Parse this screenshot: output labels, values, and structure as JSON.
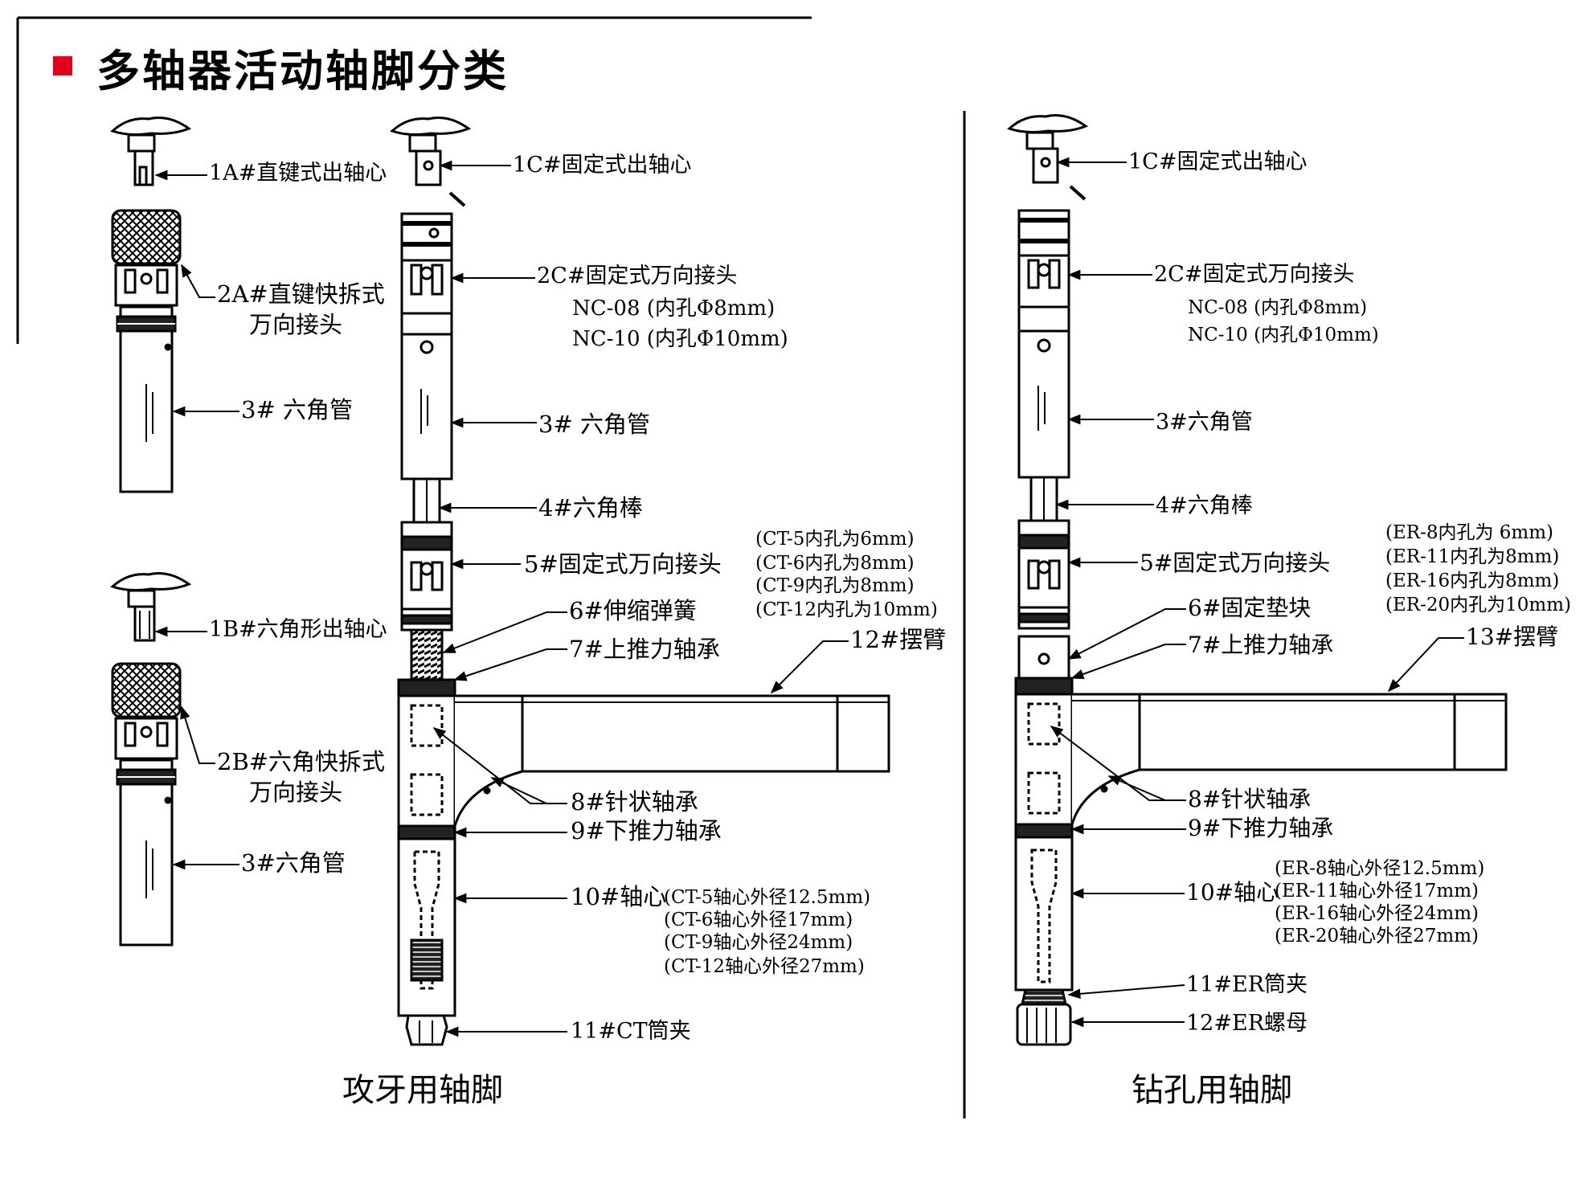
{
  "header": {
    "title": "多轴器活动轴脚分类",
    "square_color": "#e3001b"
  },
  "left_parts": {
    "p1a": "1A#直键式出轴心",
    "p2a_line1": "2A#直键快拆式",
    "p2a_line2": "万向接头",
    "p3_top": "3# 六角管",
    "p1b": "1B#六角形出轴心",
    "p2b_line1": "2B#六角快拆式",
    "p2b_line2": "万向接头",
    "p3_bottom": "3#六角管"
  },
  "tapping": {
    "caption": "攻牙用轴脚",
    "p1c": "1C#固定式出轴心",
    "p2c": "2C#固定式万向接头",
    "p2c_nc08": "NC-08 (内孔Φ8mm)",
    "p2c_nc10": "NC-10 (内孔Φ10mm)",
    "p3": "3# 六角管",
    "p4": "4#六角棒",
    "p5": "5#固定式万向接头",
    "p5_specs": [
      "(CT-5内孔为6mm)",
      "(CT-6内孔为8mm)",
      "(CT-9内孔为8mm)",
      "(CT-12内孔为10mm)"
    ],
    "p6": "6#伸缩弹簧",
    "p7": "7#上推力轴承",
    "p12": "12#摆臂",
    "p8": "8#针状轴承",
    "p9": "9#下推力轴承",
    "p10": "10#轴心",
    "p10_specs": [
      "(CT-5轴心外径12.5mm)",
      "(CT-6轴心外径17mm)",
      "(CT-9轴心外径24mm)",
      "(CT-12轴心外径27mm)"
    ],
    "p11": "11#CT筒夹"
  },
  "drilling": {
    "caption": "钻孔用轴脚",
    "p1c": "1C#固定式出轴心",
    "p2c": "2C#固定式万向接头",
    "p2c_nc08": "NC-08 (内孔Φ8mm)",
    "p2c_nc10": "NC-10 (内孔Φ10mm)",
    "p3": "3#六角管",
    "p4": "4#六角棒",
    "p5": "5#固定式万向接头",
    "p5_specs": [
      "(ER-8内孔为 6mm)",
      "(ER-11内孔为8mm)",
      "(ER-16内孔为8mm)",
      "(ER-20内孔为10mm)"
    ],
    "p6": "6#固定垫块",
    "p7": "7#上推力轴承",
    "p13": "13#摆臂",
    "p8": "8#针状轴承",
    "p9": "9#下推力轴承",
    "p10": "10#轴心",
    "p10_specs": [
      "(ER-8轴心外径12.5mm)",
      "(ER-11轴心外径17mm)",
      "(ER-16轴心外径24mm)",
      "(ER-20轴心外径27mm)"
    ],
    "p11": "11#ER筒夹",
    "p12": "12#ER螺母"
  }
}
